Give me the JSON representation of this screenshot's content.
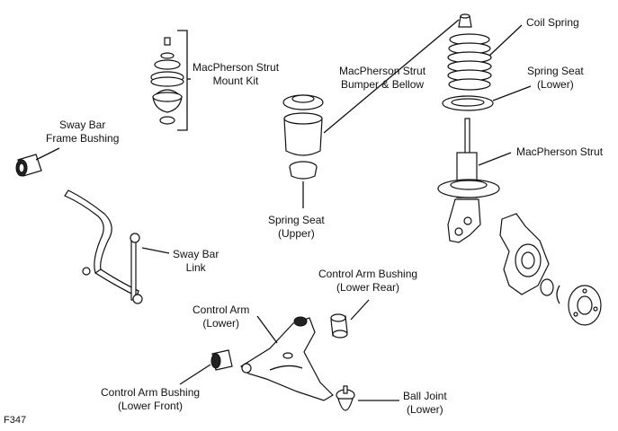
{
  "figure_id": "F347",
  "labels": {
    "coil_spring": "Coil Spring",
    "mount_kit": [
      "MacPherson Strut",
      "Mount Kit"
    ],
    "bumper_bellow": [
      "MacPherson Strut",
      "Bumper & Bellow"
    ],
    "spring_seat_lower": [
      "Spring Seat",
      "(Lower)"
    ],
    "sway_bar_bushing": [
      "Sway Bar",
      "Frame Bushing"
    ],
    "strut": "MacPherson Strut",
    "spring_seat_upper": [
      "Spring Seat",
      "(Upper)"
    ],
    "sway_bar_link": [
      "Sway Bar",
      "Link"
    ],
    "ca_bushing_rear": [
      "Control Arm Bushing",
      "(Lower Rear)"
    ],
    "control_arm": [
      "Control Arm",
      "(Lower)"
    ],
    "ca_bushing_front": [
      "Control Arm Bushing",
      "(Lower Front)"
    ],
    "ball_joint": [
      "Ball Joint",
      "(Lower)"
    ]
  }
}
